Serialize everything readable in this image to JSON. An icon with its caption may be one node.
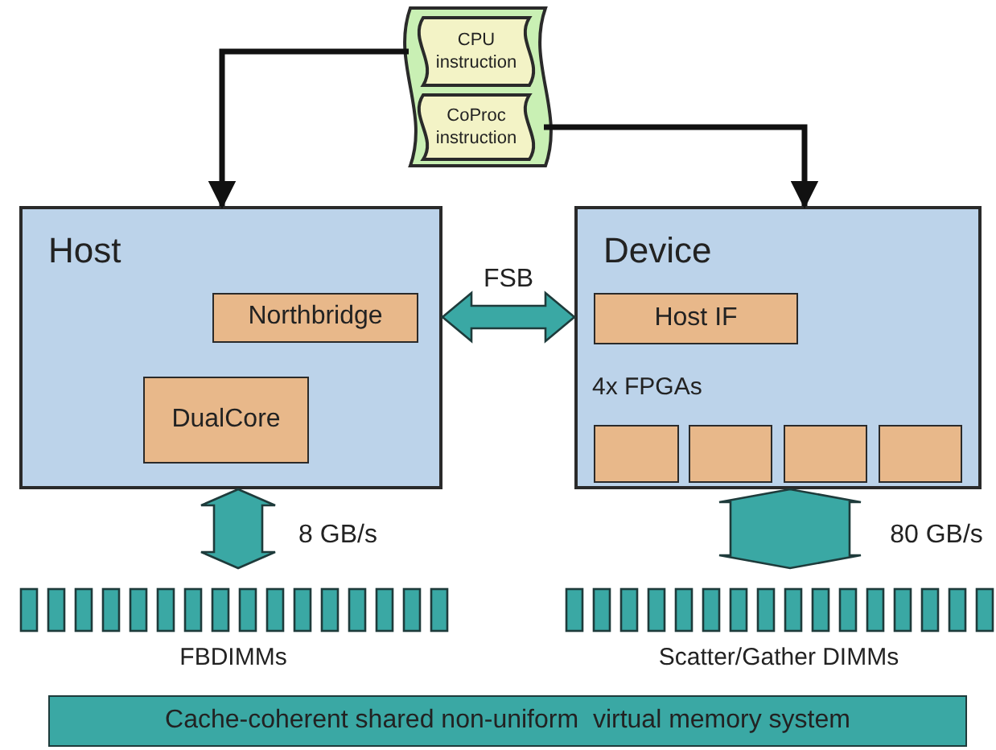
{
  "diagram": {
    "nodes": [
      {
        "text": [],
        "shape": "banner"
      },
      {
        "text": [
          "CPU instruction"
        ],
        "in": 0
      },
      {
        "text": [
          "CoProc instruction"
        ],
        "in": 0
      },
      {
        "text": [
          "Host"
        ]
      },
      {
        "text": [
          "Northbridge"
        ],
        "in": 3
      },
      {
        "text": [
          "DualCore"
        ],
        "in": 3
      },
      {
        "text": [
          "Device",
          "4x FPGAs"
        ]
      },
      {
        "text": [
          "Host IF"
        ],
        "in": 6
      },
      {
        "text": [],
        "shape": "box",
        "in": 6
      },
      {
        "text": [],
        "shape": "box",
        "in": 6
      },
      {
        "text": [],
        "shape": "box",
        "in": 6
      },
      {
        "text": [],
        "shape": "box",
        "in": 6
      },
      {
        "text": [
          "FBDIMMs"
        ]
      },
      {
        "text": [
          "Scatter/Gather DIMMs"
        ]
      },
      {
        "text": [
          "Cache-coherent shared non-uniform  virtual memory system"
        ]
      }
    ],
    "edges": [
      {
        "from": 1,
        "to": 3,
        "arrow": "to"
      },
      {
        "from": 2,
        "to": 6,
        "arrow": "to"
      },
      {
        "from": 3,
        "to": 6,
        "arrow": "both",
        "label": "FSB",
        "style": "thick"
      },
      {
        "from": 3,
        "to": 12,
        "arrow": "both",
        "label": "8 GB/s",
        "style": "thick"
      },
      {
        "from": 6,
        "to": 13,
        "arrow": "both",
        "label": "80 GB/s",
        "style": "thick"
      }
    ]
  }
}
